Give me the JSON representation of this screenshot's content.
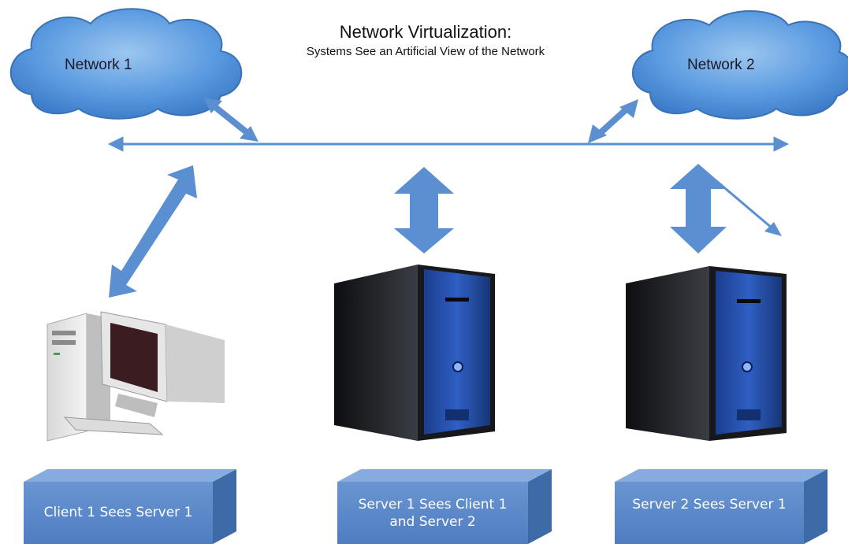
{
  "title": "Network Virtualization:",
  "subtitle": "Systems See an Artificial View of the Network",
  "clouds": [
    {
      "label": "Network 1"
    },
    {
      "label": "Network 2"
    }
  ],
  "boxes": [
    {
      "label": "Client 1 Sees Server 1"
    },
    {
      "label": "Server 1 Sees Client 1 and Server 2"
    },
    {
      "label": "Server 2 Sees Server 1"
    }
  ],
  "colors": {
    "cloud": "#4a8fd6",
    "arrow": "#5b8fd0",
    "box_front": "#5b87c5",
    "box_top": "#7fa6dc",
    "box_side": "#3f6aa8",
    "tower_body": "#1d1f24",
    "tower_panel": "#2a50a8"
  },
  "devices": [
    {
      "icon": "desktop-computer-icon"
    },
    {
      "icon": "server-tower-icon"
    },
    {
      "icon": "server-tower-icon"
    }
  ]
}
